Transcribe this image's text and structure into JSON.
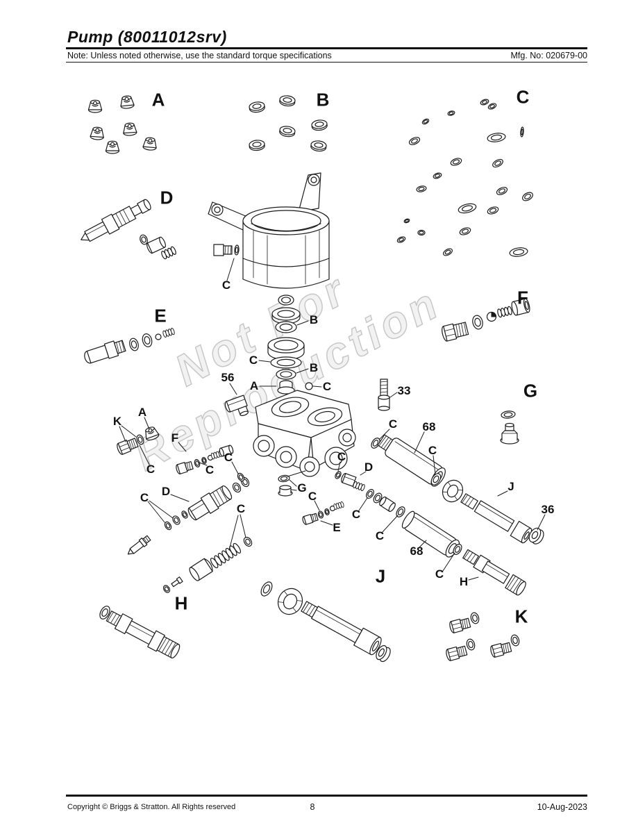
{
  "header": {
    "title": "Pump (80011012srv)",
    "note": "Note: Unless noted otherwise, use the standard torque specifications",
    "mfg": "Mfg. No: 020679-00"
  },
  "footer": {
    "copyright": "Copyright ©  Briggs & Stratton. All Rights reserved",
    "page": "8",
    "date": "10-Aug-2023"
  },
  "watermark": {
    "line1": "Not For",
    "line2": "Reproduction"
  },
  "panels": {
    "a": "A",
    "b": "B",
    "c": "C",
    "d": "D",
    "e": "E",
    "f": "F",
    "g": "G",
    "h": "H",
    "j": "J",
    "k": "K"
  },
  "callouts": [
    "C",
    "B",
    "C",
    "B",
    "A",
    "C",
    "56",
    "33",
    "C",
    "68",
    "K",
    "A",
    "C",
    "F",
    "C",
    "C",
    "D",
    "C",
    "C",
    "G",
    "D",
    "C",
    "C",
    "E",
    "C",
    "C",
    "68",
    "C",
    "J",
    "36",
    "C",
    "H"
  ]
}
